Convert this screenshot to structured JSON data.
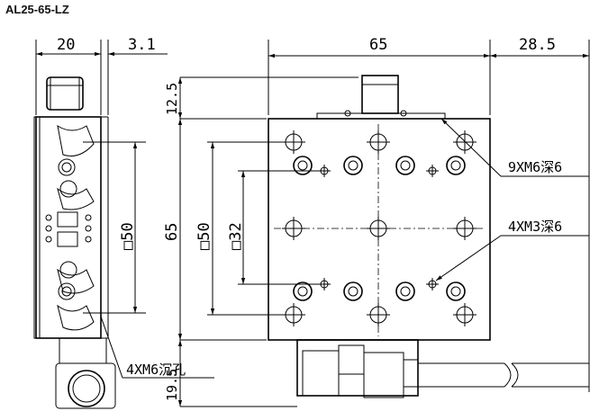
{
  "title": "AL25-65-LZ",
  "dimensions": {
    "side_width": "20",
    "side_offset": "3.1",
    "top_width": "65",
    "motor_ext": "28.5",
    "knob_height": "12.5",
    "body_height": "65",
    "bottom_height": "19.5",
    "side_hole_spacing": "□50",
    "top_hole_spacing": "□50",
    "top_hole_spacing_inner": "□32"
  },
  "notes": {
    "m6_holes": "9XM6深6",
    "m3_holes": "4XM3深6",
    "counterbore": "4XM6沉孔"
  }
}
